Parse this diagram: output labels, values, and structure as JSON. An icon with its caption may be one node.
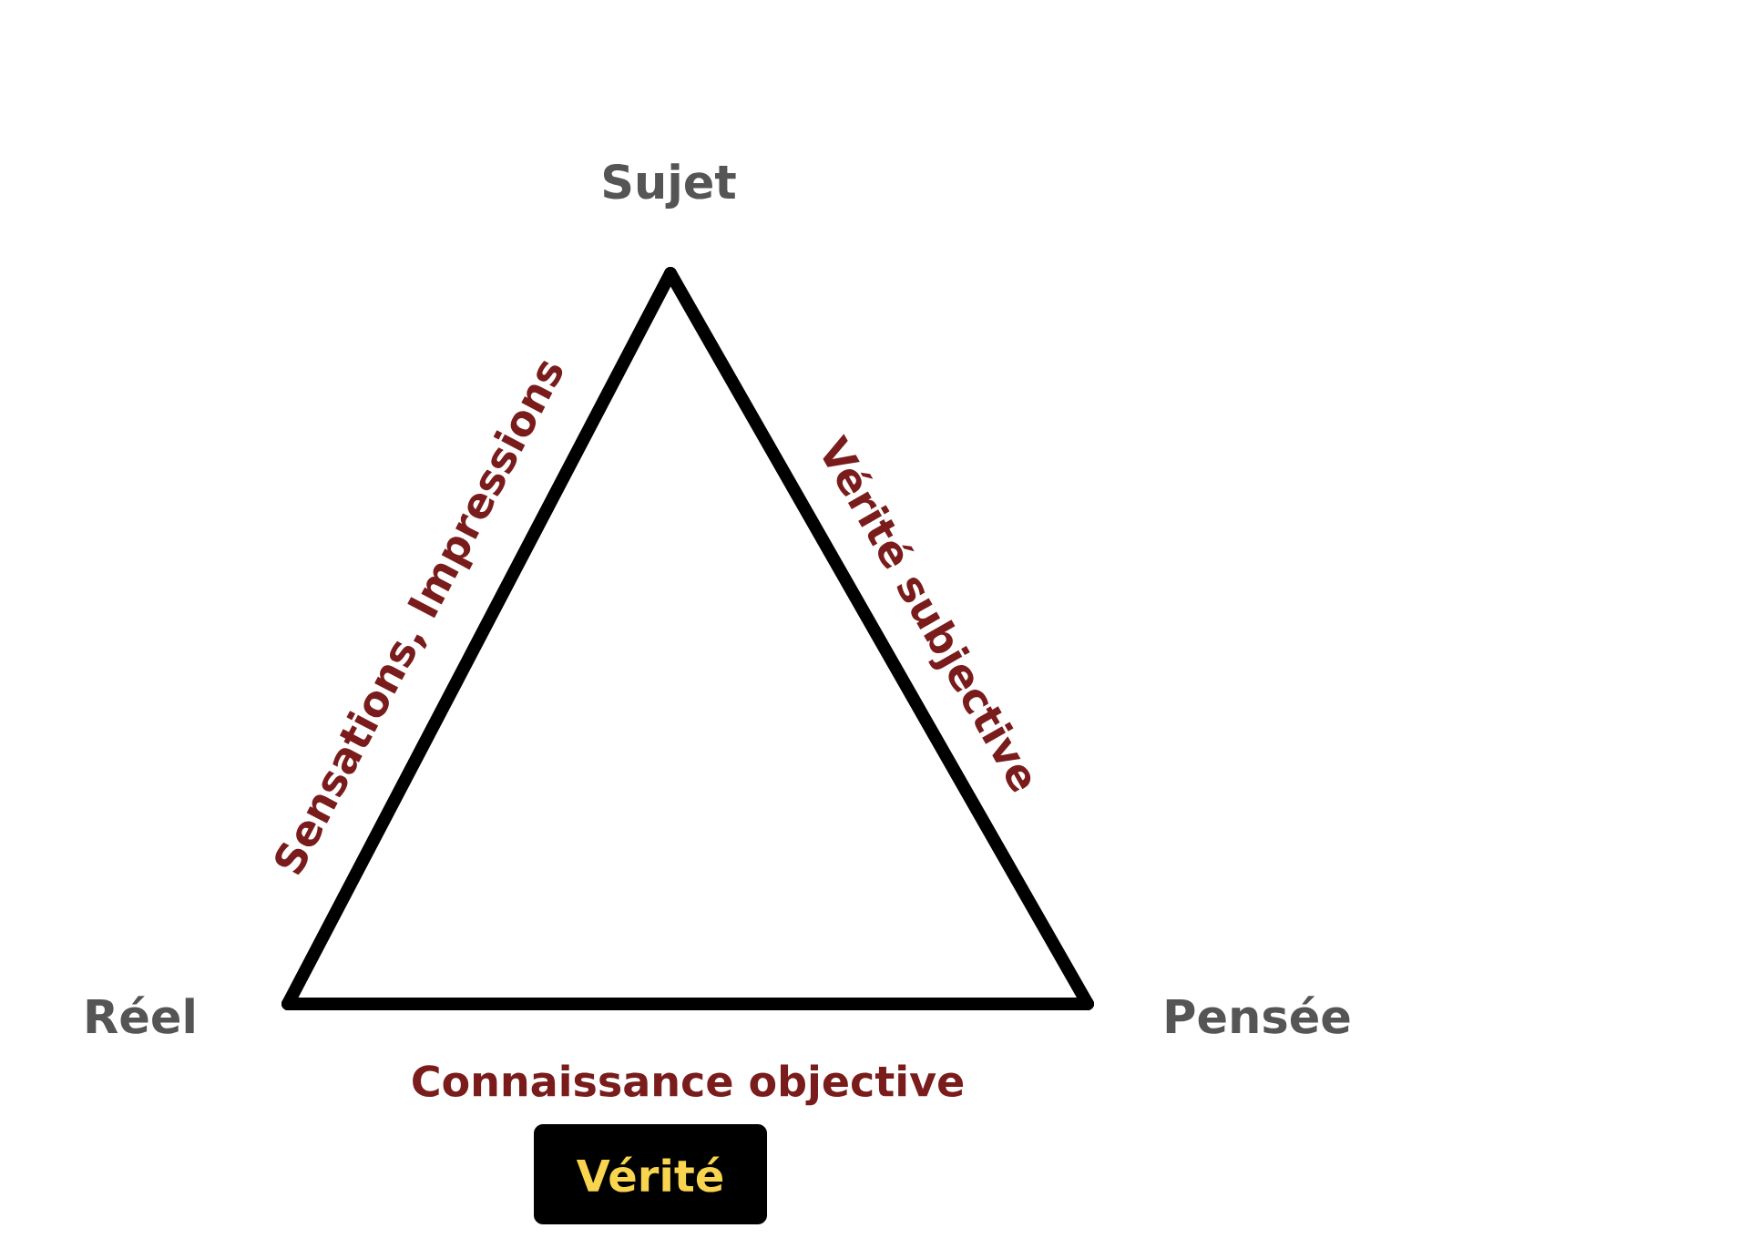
{
  "diagram": {
    "nodes": [
      {
        "text": [
          "Sujet"
        ]
      },
      {
        "text": [
          "Réel"
        ]
      },
      {
        "text": [
          "Pensée"
        ]
      },
      {
        "text": [
          "Vérité"
        ]
      }
    ],
    "edges": [
      {
        "from": 1,
        "to": 0,
        "arrow": "none",
        "label": "Sensations, Impressions"
      },
      {
        "from": 0,
        "to": 2,
        "arrow": "none",
        "label": "Vérité subjective"
      },
      {
        "from": 1,
        "to": 2,
        "arrow": "none",
        "label": "Connaissance objective"
      }
    ]
  }
}
